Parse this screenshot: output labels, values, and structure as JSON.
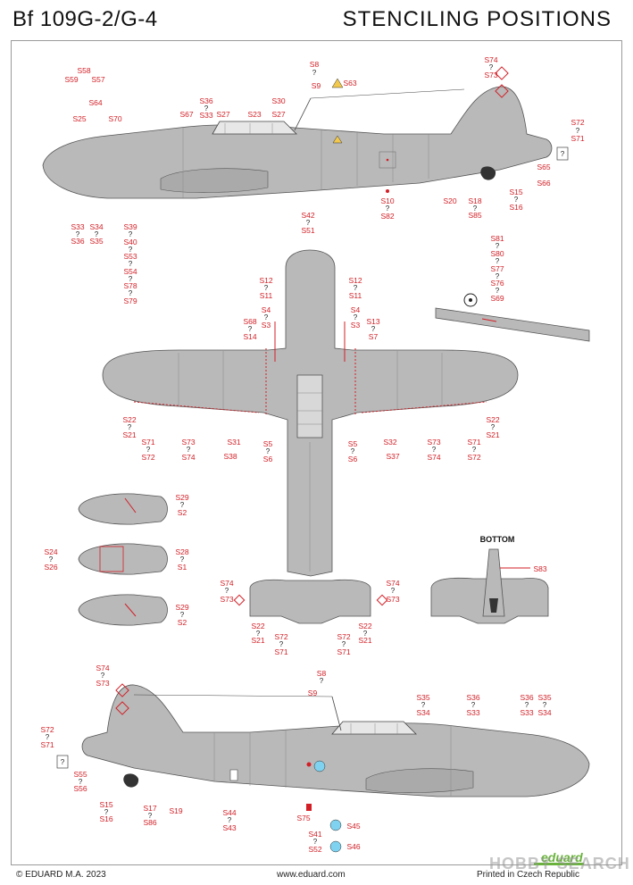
{
  "header": {
    "title_left": "Bf 109G-2/G-4",
    "title_right": "STENCILING POSITIONS"
  },
  "footer": {
    "copyright": "© EDUARD M.A. 2023",
    "url": "www.eduard.com",
    "printed": "Printed in Czech Republic",
    "brand": "eduard",
    "watermark": "HOBBY SEARCH"
  },
  "bottom_view_label": "BOTTOM",
  "side_left": {
    "labels": [
      "S58",
      "S59",
      "S57",
      "S64",
      "S25",
      "S70",
      "S67",
      "S36",
      "S33",
      "S27",
      "S23",
      "S27",
      "S30",
      "S8",
      "S9",
      "S63",
      "S74",
      "S73",
      "S72",
      "S71",
      "S65",
      "S66",
      "S33",
      "S36",
      "S34",
      "S35",
      "S39",
      "S40",
      "S53",
      "S54",
      "S78",
      "S79",
      "S42",
      "S51",
      "S10",
      "S82",
      "S20",
      "S18",
      "S85",
      "S15",
      "S16"
    ]
  },
  "fuselage_tail_labels": [
    "S81",
    "S80",
    "S77",
    "S76",
    "S69"
  ],
  "top_view": {
    "labels": [
      "S12",
      "S11",
      "S12",
      "S11",
      "S68",
      "S14",
      "S4",
      "S3",
      "S4",
      "S3",
      "S13",
      "S7",
      "S22",
      "S21",
      "S71",
      "S72",
      "S73",
      "S74",
      "S31",
      "S38",
      "S5",
      "S6",
      "S5",
      "S6",
      "S32",
      "S37",
      "S73",
      "S74",
      "S71",
      "S72",
      "S22",
      "S21"
    ]
  },
  "drop_tanks": {
    "labels": [
      "S29",
      "S2",
      "S24",
      "S26",
      "S28",
      "S1",
      "S29",
      "S2"
    ]
  },
  "tailplane_top": {
    "labels": [
      "S74",
      "S73",
      "S74",
      "S73",
      "S22",
      "S21",
      "S72",
      "S71",
      "S72",
      "S71",
      "S22",
      "S21"
    ]
  },
  "bottom_tail": {
    "labels": [
      "S83"
    ]
  },
  "side_right": {
    "labels": [
      "S74",
      "S73",
      "S8",
      "S9",
      "S72",
      "S71",
      "S55",
      "S56",
      "S15",
      "S16",
      "S17",
      "S86",
      "S19",
      "S44",
      "S43",
      "S75",
      "S41",
      "S52",
      "S45",
      "S46",
      "S35",
      "S34",
      "S36",
      "S33",
      "S36",
      "S33",
      "S35",
      "S34"
    ]
  }
}
